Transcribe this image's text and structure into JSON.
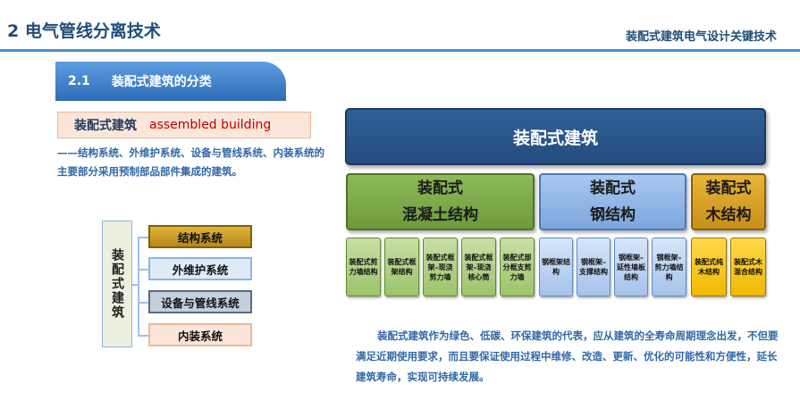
{
  "header": {
    "title": "2 电气管线分离技术",
    "subtitle": "装配式建筑电气设计关键技术"
  },
  "section": {
    "number": "2.1",
    "title": "装配式建筑的分类"
  },
  "definition": {
    "term_cn": "装配式建筑",
    "term_en": "assembled building",
    "text": "——结构系统、外维护系统、设备与管线系统、内装系统的主要部分采用预制部品部件集成的建筑。"
  },
  "tree": {
    "root": "装配式建筑",
    "nodes": [
      "结构系统",
      "外维护系统",
      "设备与管线系统",
      "内装系统"
    ]
  },
  "classification": {
    "top": "装配式建筑",
    "categories": [
      {
        "line1": "装配式",
        "line2": "混凝土结构"
      },
      {
        "line1": "装配式",
        "line2": "钢结构"
      },
      {
        "line1": "装配式",
        "line2": "木结构"
      }
    ],
    "concrete_types": [
      "装配式剪力墙结构",
      "装配式框架结构",
      "装配式框架–现浇剪力墙",
      "装配式框架–现浇核心筒",
      "装配式部分框支剪力墙"
    ],
    "steel_types": [
      "钢框架结构",
      "钢框架–支撑结构",
      "钢框架–延性墙板结构",
      "钢框架–剪力墙结构"
    ],
    "wood_types": [
      "装配式纯木结构",
      "装配式木混合结构"
    ]
  },
  "summary": "装配式建筑作为绿色、低碳、环保建筑的代表，应从建筑的全寿命周期理念出发，不但要满足近期使用要求，而且要保证使用过程中维修、改造、更新、优化的可能性和方便性，延长建筑寿命，实现可持续发展。",
  "colors": {
    "title_blue": "#1f4e79",
    "banner_blue": "#2e6cb8",
    "concrete_green": "#6e9a3d",
    "steel_blue": "#7ca6de",
    "wood_gold": "#c6901a",
    "navy": "#254d80"
  }
}
